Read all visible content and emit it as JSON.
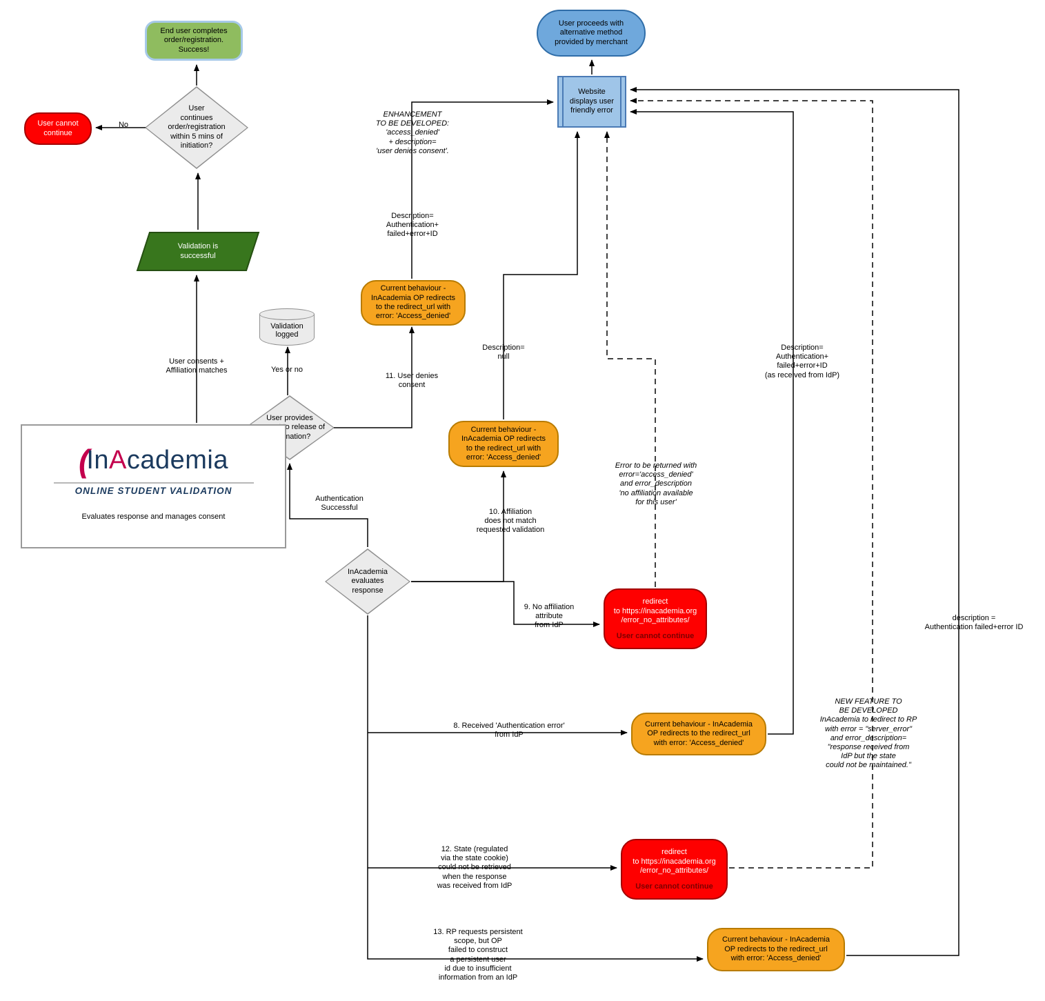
{
  "flow": {
    "end_success": {
      "label": "End user completes\norder/registration.\nSuccess!"
    },
    "cannot_continue": {
      "label": "User cannot\ncontinue"
    },
    "decision_timeout": {
      "label": "User\ncontinues\norder/registration\nwithin 5 mins of\ninitiation?"
    },
    "validation_successful": {
      "label": "Validation is\nsuccessful"
    },
    "validation_logged": {
      "label": "Validation\nlogged"
    },
    "decision_consent": {
      "label": "User provides\nconsent to release of\ninformation?"
    },
    "decision_evaluates": {
      "label": "InAcademia\nevaluates\nresponse"
    },
    "user_proceeds": {
      "label": "User proceeds with\nalternative method\nprovided by merchant"
    },
    "website_error": {
      "label": "Website\ndisplays user\nfriendly error"
    },
    "redirect_denied_11": {
      "label": "Current behaviour -\nInAcademia OP redirects\nto  the redirect_url with\nerror: 'Access_denied'"
    },
    "redirect_denied_10": {
      "label": "Current behaviour -\nInAcademia OP redirects\nto  the redirect_url with\nerror: 'Access_denied'"
    },
    "redirect_denied_8": {
      "label": "Current behaviour - InAcademia\nOP redirects to  the redirect_url\nwith error: 'Access_denied'"
    },
    "redirect_denied_13": {
      "label": "Current behaviour - InAcademia\nOP redirects to  the redirect_url\nwith error: 'Access_denied'"
    },
    "redirect_error_9": {
      "redirect": "redirect\nto https://inacademia.org\n/error_no_attributes/",
      "cannot": "User cannot continue"
    },
    "redirect_error_12": {
      "redirect": "redirect\nto https://inacademia.org\n/error_no_attributes/",
      "cannot": "User cannot continue"
    }
  },
  "inacademia": {
    "swoosh": "(",
    "name_in": "In",
    "name_a": "A",
    "name_rest": "cademia",
    "tagline": "ONLINE STUDENT VALIDATION",
    "caption": "Evaluates response and manages consent"
  },
  "labels": {
    "no": "No",
    "user_consents": "User consents +\nAffiliation matches",
    "yes_or_no": "Yes or no",
    "deny_11": "11. User denies\nconsent",
    "desc_auth": "Description=\nAuthentication+\nfailed+error+ID",
    "enhancement": "ENHANCEMENT\nTO BE DEVELOPED:\n'access_denied'\n+ description=\n'user denies consent'.",
    "desc_null": "Description=\nnull",
    "desc_idp": "Description=\nAuthentication+\nfailed+error+ID\n(as received from IdP)",
    "auth_successful": "Authentication\nSuccessful",
    "affiliation_10": "10. Affiliation\ndoes not match\nrequested validation",
    "no_affiliation_9": "9. No affiliation\nattribute\nfrom IdP",
    "error_returned": "Error to be returned with\nerror='access_denied'\nand error_description\n'no affiliation available\nfor this user'",
    "received_8": "8. Received 'Authentication error'\nfrom IdP",
    "new_feature": "NEW FEATURE TO\nBE DEVELOPED\nInAcademia to redirect to RP\nwith error = \"server_error\"\nand error_description=\n\"response received from\nIdP but the state\ncould not be maintained.\"",
    "state_12": "12. State (regulated\nvia the state cookie)\ncould not be retrieved\nwhen the response\nwas received from IdP",
    "rp_13": "13. RP requests persistent\nscope, but OP\nfailed to construct\na persistent user\nid due to insufficient\ninformation from an IdP",
    "desc_right": "description =\nAuthentication failed+error ID"
  },
  "colors": {
    "green_fill": "#8fbc5f",
    "green_border": "#a6c9e8",
    "red_fill": "#fe0000",
    "red_border": "#a30000",
    "orange_fill": "#f6a41f",
    "orange_border": "#b87b00",
    "blue_fill": "#6fa8dc",
    "website_fill": "#9fc5e8",
    "diamond_fill": "#ebebeb",
    "parallelogram_fill": "#38761d",
    "logo_navy": "#1b3a5e",
    "logo_crimson": "#c3004d"
  }
}
